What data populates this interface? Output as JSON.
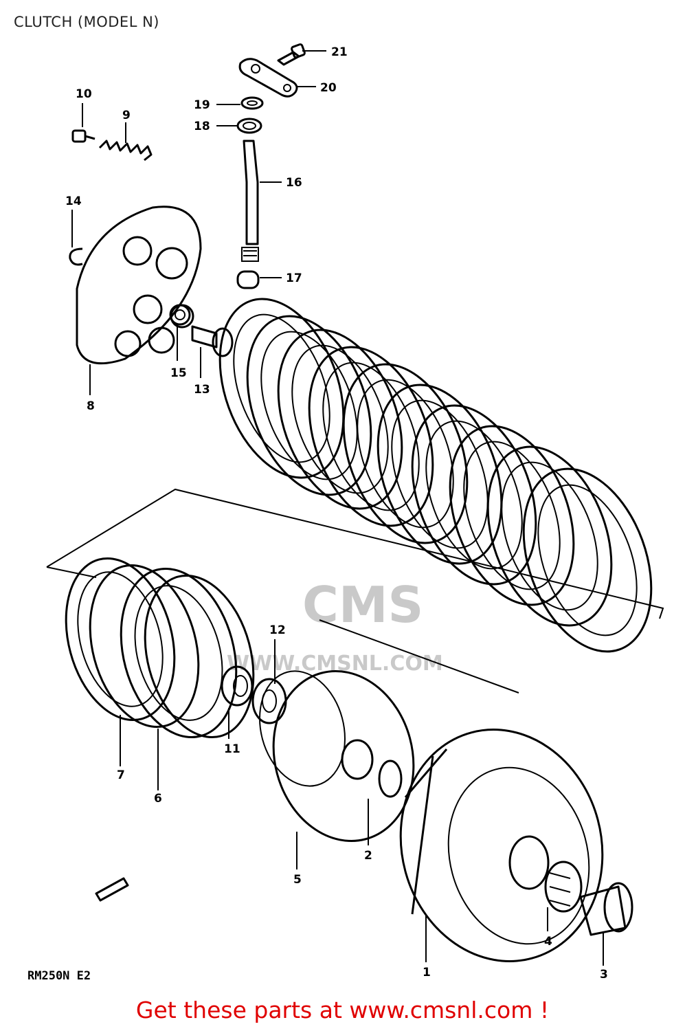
{
  "title": "CLUTCH (MODEL N)",
  "watermark": {
    "brand": "CMS",
    "url": "WWW.CMSNL.COM"
  },
  "model_code": "RM250N E2",
  "footer_link": "Get these parts at www.cmsnl.com !",
  "colors": {
    "footer_link": "#e00000",
    "watermark": "#c9c9c9"
  },
  "callouts": [
    {
      "id": "c21",
      "label": "21"
    },
    {
      "id": "c20",
      "label": "20"
    },
    {
      "id": "c19",
      "label": "19"
    },
    {
      "id": "c18",
      "label": "18"
    },
    {
      "id": "c16",
      "label": "16"
    },
    {
      "id": "c17",
      "label": "17"
    },
    {
      "id": "c10",
      "label": "10"
    },
    {
      "id": "c9",
      "label": "9"
    },
    {
      "id": "c14",
      "label": "14"
    },
    {
      "id": "c15",
      "label": "15"
    },
    {
      "id": "c13",
      "label": "13"
    },
    {
      "id": "c8",
      "label": "8"
    },
    {
      "id": "c12",
      "label": "12"
    },
    {
      "id": "c11",
      "label": "11"
    },
    {
      "id": "c7",
      "label": "7"
    },
    {
      "id": "c6",
      "label": "6"
    },
    {
      "id": "c5",
      "label": "5"
    },
    {
      "id": "c2",
      "label": "2"
    },
    {
      "id": "c1",
      "label": "1"
    },
    {
      "id": "c4",
      "label": "4"
    },
    {
      "id": "c3",
      "label": "3"
    }
  ]
}
